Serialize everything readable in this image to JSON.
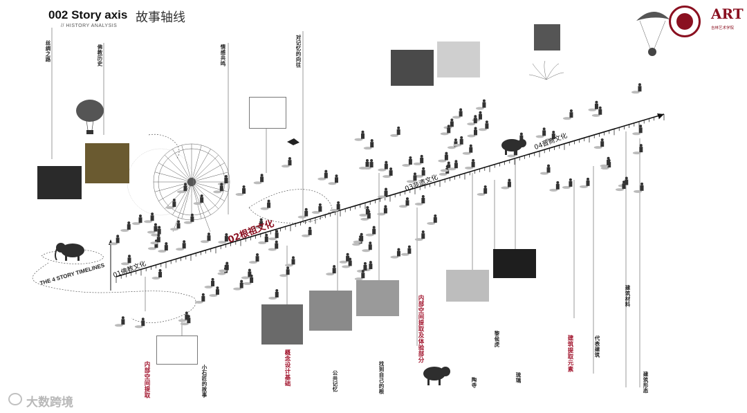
{
  "header": {
    "title": "002  Story axis",
    "title_cn": "故事轴线",
    "subtitle": "//  HISTORY ANALYSIS"
  },
  "branding": {
    "art_logo": "ART",
    "art_caption": "吉林艺术学院",
    "accent_color": "#8a1020"
  },
  "timeline": {
    "label": "THE 4  STORY TIMELINES",
    "eras": {
      "era1": "01佛教文化",
      "era2": "02根祖文化",
      "era3": "03非遗文化",
      "era4": "04晋商文化"
    }
  },
  "top_labels": {
    "silk_road": "丝绸之路",
    "buddhism_history": "佛教历史",
    "emotion_resonance": "情感共鸣",
    "memory_longing": "对记忆的向往"
  },
  "bottom_labels": {
    "interior_extraction": "内部空间提取",
    "little_stone_story": "小石匠的故事",
    "concept_basis": "概念设计基础",
    "public_memory": "公共记忆",
    "find_roots": "找到自己的根",
    "interior_experience": "内部空间提取及体验部分",
    "ceramics": "陶寺",
    "li_kui_tiger": "黎侯虎",
    "glazed_tile": "琉璃",
    "architecture_element": "建筑提取元素",
    "representative_building": "代表建筑",
    "building_material": "建筑材料",
    "building_form": "建筑形态"
  },
  "watermark": "大数跨境"
}
